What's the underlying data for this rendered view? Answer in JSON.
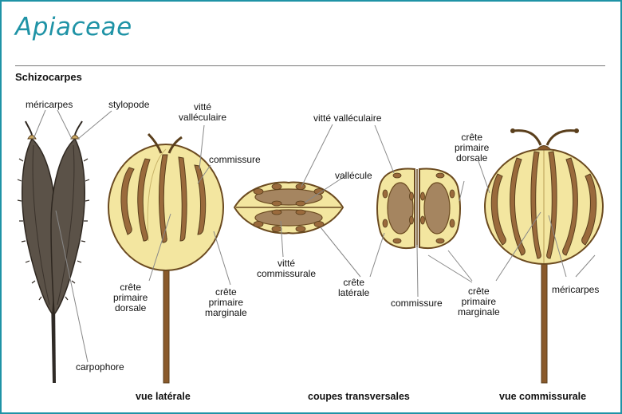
{
  "title": "Apiaceae",
  "subtitle": "Schizocarpes",
  "colors": {
    "accent": "#1f93a6",
    "fruit_fill": "#f3e6a0",
    "fruit_outline": "#6b4a20",
    "vitta": "#9a6a3c",
    "seed": "#a58560",
    "carpel_dark": "#4b4238"
  },
  "labels": {
    "mericarpes_left": "méricarpes",
    "stylopode": "stylopode",
    "carpophore": "carpophore",
    "vitte_valleculaire_1": "vitté\nvalléculaire",
    "commissure_1": "commissure",
    "crete_primaire_dorsale_1": "crête\nprimaire\ndorsale",
    "crete_primaire_marginale_1": "crête\nprimaire\nmarginale",
    "vitte_valleculaire_2": "vitté valléculaire",
    "vallecule": "vallécule",
    "vitte_commissurale": "vitté\ncommissurale",
    "crete_laterale": "crête\nlatérale",
    "commissure_2": "commissure",
    "crete_primaire_dorsale_2": "crête\nprimaire\ndorsale",
    "crete_primaire_marginale_2": "crête\nprimaire\nmarginale",
    "mericarpes_right": "méricarpes"
  },
  "captions": {
    "lateral": "vue latérale",
    "transverse": "coupes transversales",
    "commissural": "vue commissurale"
  }
}
